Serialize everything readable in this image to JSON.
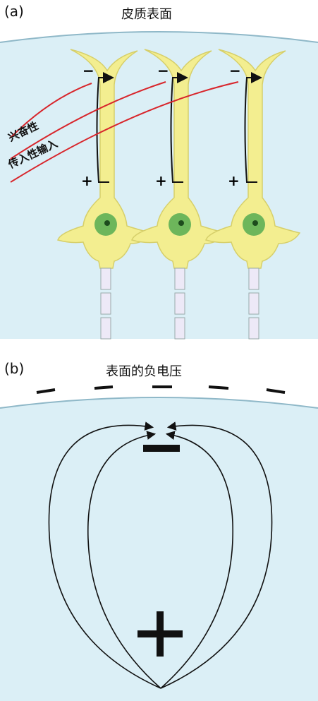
{
  "panel_a": {
    "label": "(a)",
    "title": "皮质表面",
    "input_label_line1": "兴奋性",
    "input_label_line2": "传入性输入",
    "minus": "−",
    "plus": "+"
  },
  "panel_b": {
    "label": "(b)",
    "title": "表面的负电压"
  },
  "colors": {
    "tissue": "#d9eff6",
    "surface_line": "#8fb8c8",
    "neuron": "#f3ee90",
    "nucleus": "#6db65b",
    "axon_red": "#d8252b",
    "line": "#111111"
  }
}
